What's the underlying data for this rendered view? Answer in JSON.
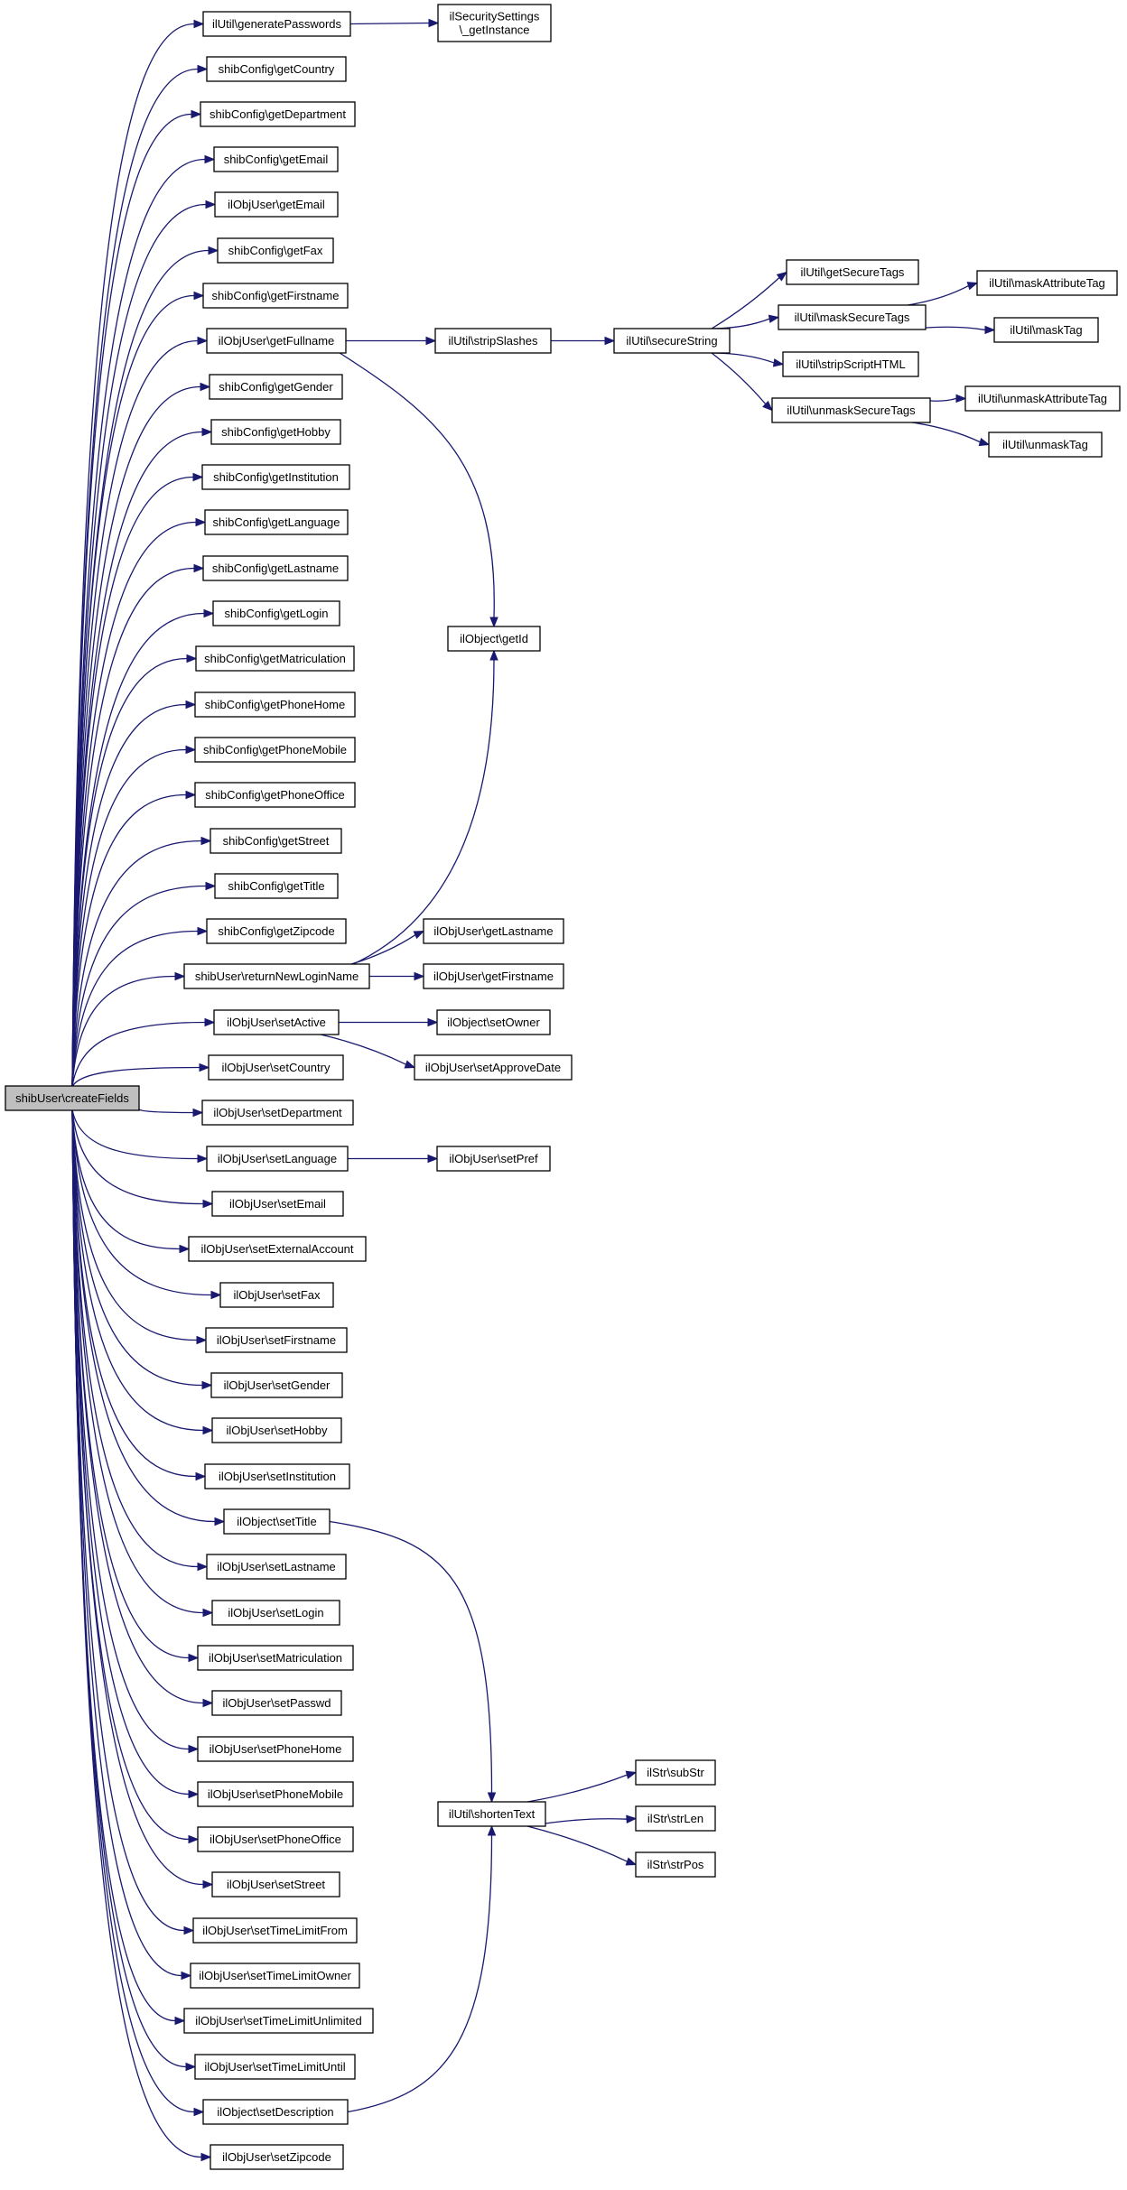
{
  "graph": {
    "colors": {
      "edge": "#191970",
      "root_fill": "#bfbfbf",
      "node_fill": "#ffffff",
      "node_border": "#000000"
    },
    "root": "shibUser\\createFields",
    "nodes": [
      {
        "id": "createFields",
        "label": [
          "shibUser\\createFields"
        ],
        "root": true
      },
      {
        "id": "generatePasswords",
        "label": [
          "ilUtil\\generatePasswords"
        ]
      },
      {
        "id": "getCountry",
        "label": [
          "shibConfig\\getCountry"
        ]
      },
      {
        "id": "getDepartment",
        "label": [
          "shibConfig\\getDepartment"
        ]
      },
      {
        "id": "cfgGetEmail",
        "label": [
          "shibConfig\\getEmail"
        ]
      },
      {
        "id": "userGetEmail",
        "label": [
          "ilObjUser\\getEmail"
        ]
      },
      {
        "id": "getFax",
        "label": [
          "shibConfig\\getFax"
        ]
      },
      {
        "id": "cfgGetFirstname",
        "label": [
          "shibConfig\\getFirstname"
        ]
      },
      {
        "id": "getFullname",
        "label": [
          "ilObjUser\\getFullname"
        ]
      },
      {
        "id": "getGender",
        "label": [
          "shibConfig\\getGender"
        ]
      },
      {
        "id": "getHobby",
        "label": [
          "shibConfig\\getHobby"
        ]
      },
      {
        "id": "getInstitution",
        "label": [
          "shibConfig\\getInstitution"
        ]
      },
      {
        "id": "getLanguage",
        "label": [
          "shibConfig\\getLanguage"
        ]
      },
      {
        "id": "cfgGetLastname",
        "label": [
          "shibConfig\\getLastname"
        ]
      },
      {
        "id": "getLogin",
        "label": [
          "shibConfig\\getLogin"
        ]
      },
      {
        "id": "getMatriculation",
        "label": [
          "shibConfig\\getMatriculation"
        ]
      },
      {
        "id": "getPhoneHome",
        "label": [
          "shibConfig\\getPhoneHome"
        ]
      },
      {
        "id": "getPhoneMobile",
        "label": [
          "shibConfig\\getPhoneMobile"
        ]
      },
      {
        "id": "getPhoneOffice",
        "label": [
          "shibConfig\\getPhoneOffice"
        ]
      },
      {
        "id": "getStreet",
        "label": [
          "shibConfig\\getStreet"
        ]
      },
      {
        "id": "getTitle",
        "label": [
          "shibConfig\\getTitle"
        ]
      },
      {
        "id": "getZipcode",
        "label": [
          "shibConfig\\getZipcode"
        ]
      },
      {
        "id": "returnNewLoginName",
        "label": [
          "shibUser\\returnNewLoginName"
        ]
      },
      {
        "id": "setActive",
        "label": [
          "ilObjUser\\setActive"
        ]
      },
      {
        "id": "setCountry",
        "label": [
          "ilObjUser\\setCountry"
        ]
      },
      {
        "id": "setDepartment",
        "label": [
          "ilObjUser\\setDepartment"
        ]
      },
      {
        "id": "setLanguage",
        "label": [
          "ilObjUser\\setLanguage"
        ]
      },
      {
        "id": "setEmail",
        "label": [
          "ilObjUser\\setEmail"
        ]
      },
      {
        "id": "setExternalAccount",
        "label": [
          "ilObjUser\\setExternalAccount"
        ]
      },
      {
        "id": "setFax",
        "label": [
          "ilObjUser\\setFax"
        ]
      },
      {
        "id": "setFirstname",
        "label": [
          "ilObjUser\\setFirstname"
        ]
      },
      {
        "id": "setGender",
        "label": [
          "ilObjUser\\setGender"
        ]
      },
      {
        "id": "setHobby",
        "label": [
          "ilObjUser\\setHobby"
        ]
      },
      {
        "id": "setInstitution",
        "label": [
          "ilObjUser\\setInstitution"
        ]
      },
      {
        "id": "setTitle",
        "label": [
          "ilObject\\setTitle"
        ]
      },
      {
        "id": "setLastname",
        "label": [
          "ilObjUser\\setLastname"
        ]
      },
      {
        "id": "setLogin",
        "label": [
          "ilObjUser\\setLogin"
        ]
      },
      {
        "id": "setMatriculation",
        "label": [
          "ilObjUser\\setMatriculation"
        ]
      },
      {
        "id": "setPasswd",
        "label": [
          "ilObjUser\\setPasswd"
        ]
      },
      {
        "id": "setPhoneHome",
        "label": [
          "ilObjUser\\setPhoneHome"
        ]
      },
      {
        "id": "setPhoneMobile",
        "label": [
          "ilObjUser\\setPhoneMobile"
        ]
      },
      {
        "id": "setPhoneOffice",
        "label": [
          "ilObjUser\\setPhoneOffice"
        ]
      },
      {
        "id": "setStreet",
        "label": [
          "ilObjUser\\setStreet"
        ]
      },
      {
        "id": "setTimeLimitFrom",
        "label": [
          "ilObjUser\\setTimeLimitFrom"
        ]
      },
      {
        "id": "setTimeLimitOwner",
        "label": [
          "ilObjUser\\setTimeLimitOwner"
        ]
      },
      {
        "id": "setTimeLimitUnlimited",
        "label": [
          "ilObjUser\\setTimeLimitUnlimited"
        ]
      },
      {
        "id": "setTimeLimitUntil",
        "label": [
          "ilObjUser\\setTimeLimitUntil"
        ]
      },
      {
        "id": "setDescription",
        "label": [
          "ilObject\\setDescription"
        ]
      },
      {
        "id": "setZipcode",
        "label": [
          "ilObjUser\\setZipcode"
        ]
      },
      {
        "id": "getInstance",
        "label": [
          "ilSecuritySettings",
          "\\_getInstance"
        ]
      },
      {
        "id": "stripSlashes",
        "label": [
          "ilUtil\\stripSlashes"
        ]
      },
      {
        "id": "getId",
        "label": [
          "ilObject\\getId"
        ]
      },
      {
        "id": "userGetLastname",
        "label": [
          "ilObjUser\\getLastname"
        ]
      },
      {
        "id": "userGetFirstname",
        "label": [
          "ilObjUser\\getFirstname"
        ]
      },
      {
        "id": "setOwner",
        "label": [
          "ilObject\\setOwner"
        ]
      },
      {
        "id": "setApproveDate",
        "label": [
          "ilObjUser\\setApproveDate"
        ]
      },
      {
        "id": "setPref",
        "label": [
          "ilObjUser\\setPref"
        ]
      },
      {
        "id": "shortenText",
        "label": [
          "ilUtil\\shortenText"
        ]
      },
      {
        "id": "secureString",
        "label": [
          "ilUtil\\secureString"
        ]
      },
      {
        "id": "getSecureTags",
        "label": [
          "ilUtil\\getSecureTags"
        ]
      },
      {
        "id": "maskSecureTags",
        "label": [
          "ilUtil\\maskSecureTags"
        ]
      },
      {
        "id": "stripScriptHTML",
        "label": [
          "ilUtil\\stripScriptHTML"
        ]
      },
      {
        "id": "unmaskSecureTags",
        "label": [
          "ilUtil\\unmaskSecureTags"
        ]
      },
      {
        "id": "maskAttributeTag",
        "label": [
          "ilUtil\\maskAttributeTag"
        ]
      },
      {
        "id": "maskTag",
        "label": [
          "ilUtil\\maskTag"
        ]
      },
      {
        "id": "unmaskAttributeTag",
        "label": [
          "ilUtil\\unmaskAttributeTag"
        ]
      },
      {
        "id": "unmaskTag",
        "label": [
          "ilUtil\\unmaskTag"
        ]
      },
      {
        "id": "subStr",
        "label": [
          "ilStr\\subStr"
        ]
      },
      {
        "id": "strLen",
        "label": [
          "ilStr\\strLen"
        ]
      },
      {
        "id": "strPos",
        "label": [
          "ilStr\\strPos"
        ]
      }
    ],
    "edges": [
      [
        "createFields",
        "generatePasswords"
      ],
      [
        "createFields",
        "getCountry"
      ],
      [
        "createFields",
        "getDepartment"
      ],
      [
        "createFields",
        "cfgGetEmail"
      ],
      [
        "createFields",
        "userGetEmail"
      ],
      [
        "createFields",
        "getFax"
      ],
      [
        "createFields",
        "cfgGetFirstname"
      ],
      [
        "createFields",
        "getFullname"
      ],
      [
        "createFields",
        "getGender"
      ],
      [
        "createFields",
        "getHobby"
      ],
      [
        "createFields",
        "getInstitution"
      ],
      [
        "createFields",
        "getLanguage"
      ],
      [
        "createFields",
        "cfgGetLastname"
      ],
      [
        "createFields",
        "getLogin"
      ],
      [
        "createFields",
        "getMatriculation"
      ],
      [
        "createFields",
        "getPhoneHome"
      ],
      [
        "createFields",
        "getPhoneMobile"
      ],
      [
        "createFields",
        "getPhoneOffice"
      ],
      [
        "createFields",
        "getStreet"
      ],
      [
        "createFields",
        "getTitle"
      ],
      [
        "createFields",
        "getZipcode"
      ],
      [
        "createFields",
        "returnNewLoginName"
      ],
      [
        "createFields",
        "setActive"
      ],
      [
        "createFields",
        "setCountry"
      ],
      [
        "createFields",
        "setDepartment"
      ],
      [
        "createFields",
        "setLanguage"
      ],
      [
        "createFields",
        "setEmail"
      ],
      [
        "createFields",
        "setExternalAccount"
      ],
      [
        "createFields",
        "setFax"
      ],
      [
        "createFields",
        "setFirstname"
      ],
      [
        "createFields",
        "setGender"
      ],
      [
        "createFields",
        "setHobby"
      ],
      [
        "createFields",
        "setInstitution"
      ],
      [
        "createFields",
        "setTitle"
      ],
      [
        "createFields",
        "setLastname"
      ],
      [
        "createFields",
        "setLogin"
      ],
      [
        "createFields",
        "setMatriculation"
      ],
      [
        "createFields",
        "setPasswd"
      ],
      [
        "createFields",
        "setPhoneHome"
      ],
      [
        "createFields",
        "setPhoneMobile"
      ],
      [
        "createFields",
        "setPhoneOffice"
      ],
      [
        "createFields",
        "setStreet"
      ],
      [
        "createFields",
        "setTimeLimitFrom"
      ],
      [
        "createFields",
        "setTimeLimitOwner"
      ],
      [
        "createFields",
        "setTimeLimitUnlimited"
      ],
      [
        "createFields",
        "setTimeLimitUntil"
      ],
      [
        "createFields",
        "setDescription"
      ],
      [
        "createFields",
        "setZipcode"
      ],
      [
        "generatePasswords",
        "getInstance"
      ],
      [
        "getFullname",
        "stripSlashes"
      ],
      [
        "getFullname",
        "getId"
      ],
      [
        "returnNewLoginName",
        "getId"
      ],
      [
        "returnNewLoginName",
        "userGetLastname"
      ],
      [
        "returnNewLoginName",
        "userGetFirstname"
      ],
      [
        "setActive",
        "setOwner"
      ],
      [
        "setActive",
        "setApproveDate"
      ],
      [
        "setLanguage",
        "setPref"
      ],
      [
        "setTitle",
        "shortenText"
      ],
      [
        "setDescription",
        "shortenText"
      ],
      [
        "stripSlashes",
        "secureString"
      ],
      [
        "secureString",
        "getSecureTags"
      ],
      [
        "secureString",
        "maskSecureTags"
      ],
      [
        "secureString",
        "stripScriptHTML"
      ],
      [
        "secureString",
        "unmaskSecureTags"
      ],
      [
        "maskSecureTags",
        "maskAttributeTag"
      ],
      [
        "maskSecureTags",
        "maskTag"
      ],
      [
        "unmaskSecureTags",
        "unmaskAttributeTag"
      ],
      [
        "unmaskSecureTags",
        "unmaskTag"
      ],
      [
        "shortenText",
        "subStr"
      ],
      [
        "shortenText",
        "strLen"
      ],
      [
        "shortenText",
        "strPos"
      ]
    ]
  }
}
